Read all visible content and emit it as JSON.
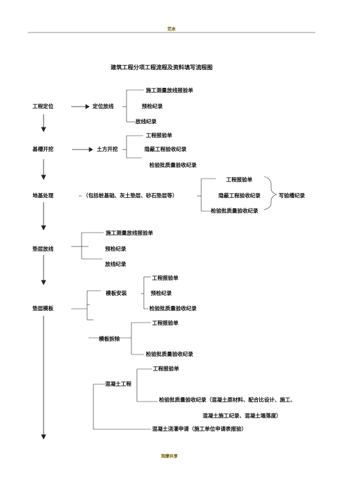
{
  "header": {
    "mark": "范本"
  },
  "title": "建筑工程分项工程流程及资料填写流程图",
  "steps": {
    "s1": "工程定位",
    "s2": "基槽开挖",
    "s3": "地基处理",
    "s4": "垫层放线",
    "s5": "垫层模板"
  },
  "items": {
    "dingwei_fangxian": "定位放线",
    "shigong_celiang_1": "施工测量放线报验单",
    "yujian_1": "预检纪录",
    "fangxian_1": "放线纪录",
    "tufang_kaiwa": "土方开挖",
    "gongcheng_baoyan_1": "工程报验单",
    "yinbi_1": "隐蔽工程验收纪录",
    "jianyanpi_1": "检验批质量验收纪录",
    "diji_desc": "（包括桩基础、灰土垫层、砂石垫层等）",
    "gongcheng_baoyan_2": "工程报验单",
    "yinbi_2": "隐蔽工程验收纪录",
    "yancao": "写验槽纪录",
    "jianyanpi_2": "检验批质量验收纪录",
    "shigong_celiang_2": "施工测量放线报验单",
    "yujian_2": "预检纪录",
    "fangxian_2": "放线纪录",
    "moban_anzhuang": "模板安装",
    "gongcheng_baoyan_3": "工程报验单",
    "yujian_3": "预检纪录",
    "jianyanpi_3": "检验批质量验收纪录",
    "moban_chaichu": "模板拆除",
    "gongcheng_baoyan_4": "工程报验单",
    "jianyanpi_4": "检验批质量验收纪录",
    "hunningtu": "混凝土工程",
    "gongcheng_baoyan_5": "工程报验单",
    "jianyanpi_5": "检验批质量验收纪录（混凝土原材料、配合比设计、施工、",
    "jianyanpi_5b": "混凝土施工纪录、混凝土塌落度）",
    "jiaozhu_shenqing": "混凝土浇灌申请（施工单位申请表报验）"
  },
  "footer": {
    "mark": "观摩共享"
  }
}
